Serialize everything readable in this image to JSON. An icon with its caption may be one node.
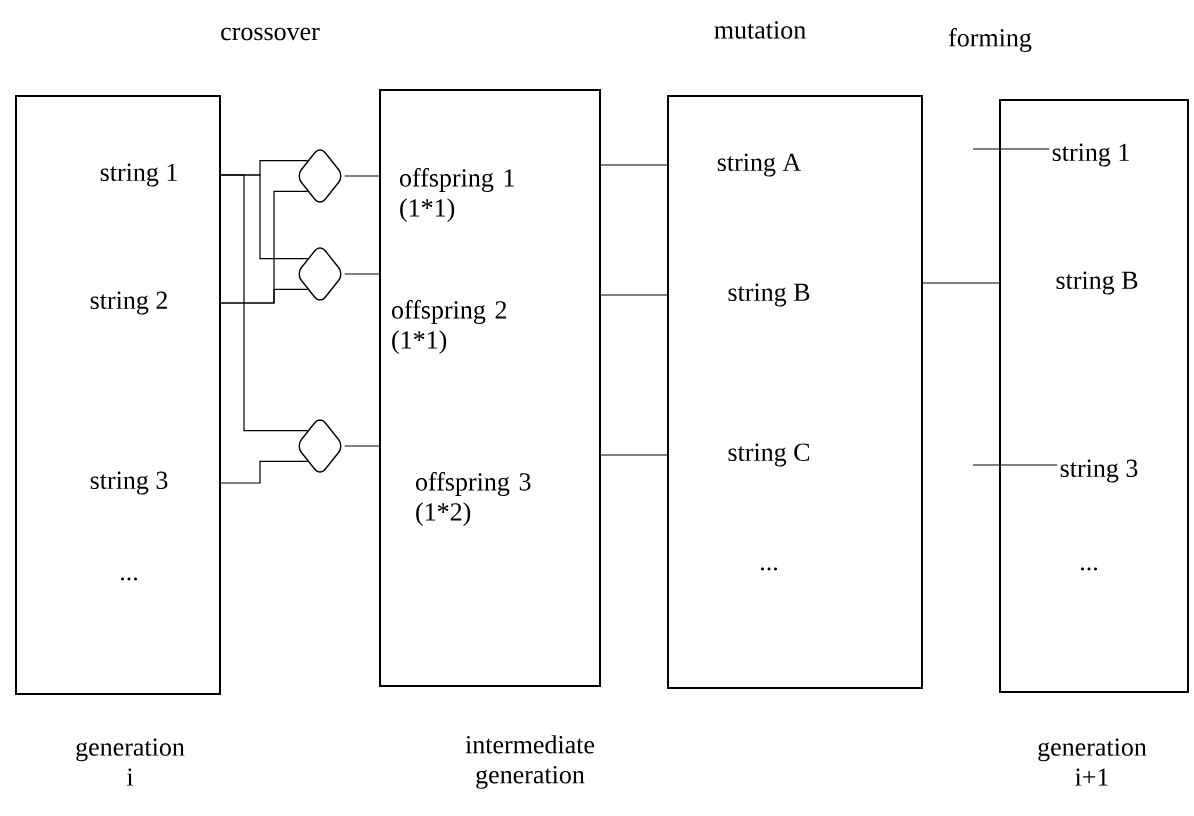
{
  "diagram": {
    "nodes": [
      {
        "text": [],
        "shape": "box",
        "beside": [
          "generation i"
        ]
      },
      {
        "text": [
          "string 1"
        ],
        "in": 0
      },
      {
        "text": [
          "string 2"
        ],
        "in": 0
      },
      {
        "text": [
          "string 3"
        ],
        "in": 0
      },
      {
        "text": [
          "..."
        ],
        "in": 0
      },
      {
        "text": [],
        "shape": "box",
        "beside": [
          "intermediate generation"
        ]
      },
      {
        "text": [
          "offspring 1 (1*1)"
        ],
        "in": 5
      },
      {
        "text": [
          "offspring 2 (1*1)"
        ],
        "in": 5
      },
      {
        "text": [
          "offspring 3 (1*2)"
        ],
        "in": 5
      },
      {
        "text": [],
        "shape": "box"
      },
      {
        "text": [
          "string A"
        ],
        "in": 9
      },
      {
        "text": [
          "string B"
        ],
        "in": 9
      },
      {
        "text": [
          "string C"
        ],
        "in": 9
      },
      {
        "text": [
          "..."
        ],
        "in": 9
      },
      {
        "text": [],
        "shape": "box",
        "beside": [
          "generation i+1"
        ]
      },
      {
        "text": [
          "string 1"
        ],
        "in": 14
      },
      {
        "text": [
          "string B"
        ],
        "in": 14
      },
      {
        "text": [
          "string 3"
        ],
        "in": 14
      },
      {
        "text": [
          "..."
        ],
        "in": 14
      },
      {
        "text": [],
        "shape": "diamond"
      },
      {
        "text": [],
        "shape": "diamond"
      },
      {
        "text": [],
        "shape": "diamond"
      }
    ],
    "edges": [
      {
        "from": 1,
        "to": 19,
        "arrow": "none"
      },
      {
        "from": 2,
        "to": 19,
        "arrow": "none"
      },
      {
        "from": 1,
        "to": 20,
        "arrow": "none"
      },
      {
        "from": 2,
        "to": 20,
        "arrow": "none"
      },
      {
        "from": 1,
        "to": 21,
        "arrow": "none"
      },
      {
        "from": 3,
        "to": 21,
        "arrow": "none"
      },
      {
        "from": 19,
        "to": 6,
        "arrow": "none"
      },
      {
        "from": 20,
        "to": 7,
        "arrow": "none"
      },
      {
        "from": 21,
        "to": 8,
        "arrow": "none"
      },
      {
        "from": 6,
        "to": 10,
        "arrow": "none"
      },
      {
        "from": 7,
        "to": 11,
        "arrow": "none"
      },
      {
        "from": 8,
        "to": 12,
        "arrow": "none"
      },
      {
        "from": null,
        "to": 15,
        "arrow": "none"
      },
      {
        "from": 11,
        "to": 16,
        "arrow": "none"
      },
      {
        "from": null,
        "to": 17,
        "arrow": "none"
      }
    ],
    "labels": [
      "crossover",
      "mutation",
      "forming"
    ]
  }
}
